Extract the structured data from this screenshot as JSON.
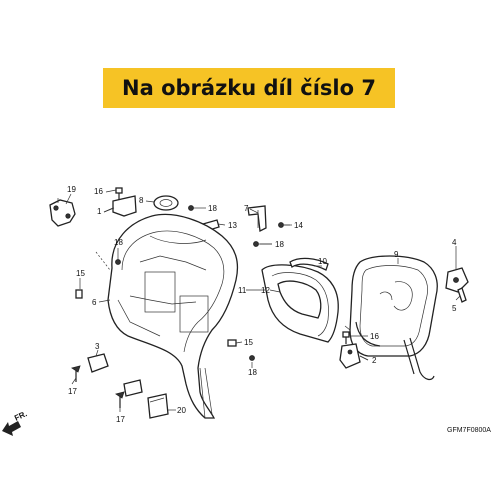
{
  "banner": {
    "text": "Na obrázku díl číslo 7",
    "color": "#f6c325"
  },
  "diagram": {
    "direction_label": "FR.",
    "drawing_code": "GFM7F0800A",
    "callouts": [
      {
        "id": "c19",
        "label": "19"
      },
      {
        "id": "c16a",
        "label": "16"
      },
      {
        "id": "c1",
        "label": "1"
      },
      {
        "id": "c8",
        "label": "8"
      },
      {
        "id": "c18a",
        "label": "18"
      },
      {
        "id": "c7",
        "label": "7"
      },
      {
        "id": "c13",
        "label": "13"
      },
      {
        "id": "c14",
        "label": "14"
      },
      {
        "id": "c18b",
        "label": "18"
      },
      {
        "id": "c18c",
        "label": "18"
      },
      {
        "id": "c15a",
        "label": "15"
      },
      {
        "id": "c6",
        "label": "6"
      },
      {
        "id": "c10",
        "label": "10"
      },
      {
        "id": "c11",
        "label": "11"
      },
      {
        "id": "c12",
        "label": "12"
      },
      {
        "id": "c9",
        "label": "9"
      },
      {
        "id": "c4",
        "label": "4"
      },
      {
        "id": "c5",
        "label": "5"
      },
      {
        "id": "c16b",
        "label": "16"
      },
      {
        "id": "c2",
        "label": "2"
      },
      {
        "id": "c3",
        "label": "3"
      },
      {
        "id": "c15b",
        "label": "15"
      },
      {
        "id": "c18d",
        "label": "18"
      },
      {
        "id": "c17a",
        "label": "17"
      },
      {
        "id": "c17b",
        "label": "17"
      },
      {
        "id": "c20",
        "label": "20"
      }
    ]
  }
}
